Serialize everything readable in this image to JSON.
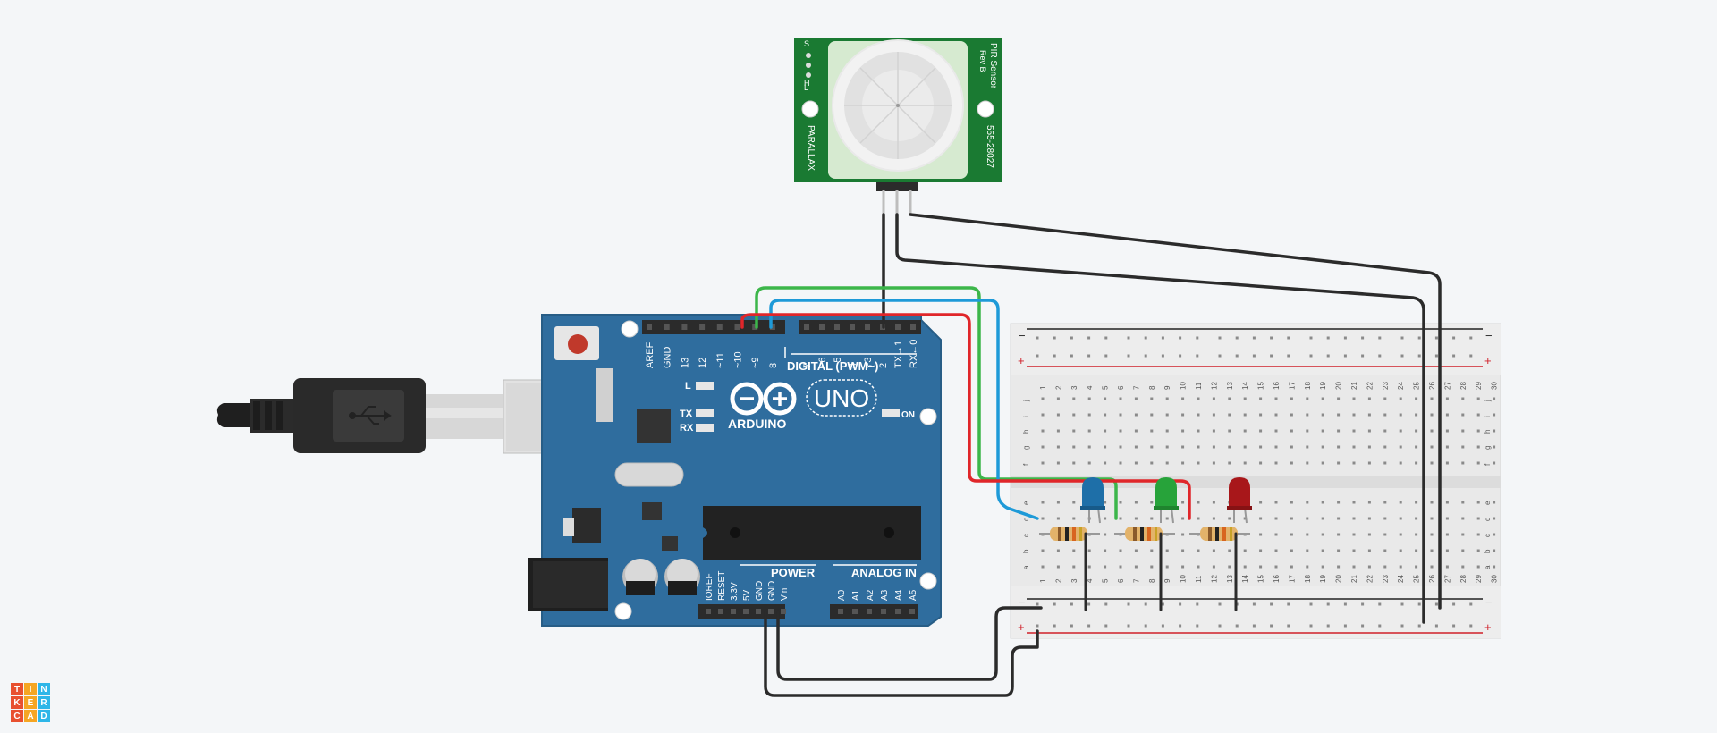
{
  "app": {
    "logo_letters": [
      "T",
      "I",
      "N",
      "K",
      "E",
      "R",
      "C",
      "A",
      "D"
    ],
    "logo_colors": [
      "#e8502f",
      "#f5a623",
      "#2eb6e8",
      "#e8502f",
      "#f5a623",
      "#2eb6e8",
      "#e8502f",
      "#f5a623",
      "#2eb6e8"
    ]
  },
  "pir": {
    "title": "PIR Sensor",
    "rev": "Rev B",
    "brand": "PARALLAX",
    "part": "555-28027",
    "pin_labels": [
      "S",
      "H",
      "L"
    ]
  },
  "arduino": {
    "brand": "ARDUINO",
    "model": "UNO",
    "digital_label": "DIGITAL (PWM~)",
    "power_label": "POWER",
    "analog_label": "ANALOG IN",
    "on_label": "ON",
    "l_label": "L",
    "tx_label": "TX",
    "rx_label": "RX",
    "top_pins_left": [
      "AREF",
      "GND",
      "13",
      "12",
      "~11",
      "~10",
      "~9",
      "8"
    ],
    "top_pins_right": [
      "7",
      "~6",
      "~5",
      "4",
      "~3",
      "2",
      "TX→1",
      "RX←0"
    ],
    "power_pins": [
      "IOREF",
      "RESET",
      "3.3V",
      "5V",
      "GND",
      "GND",
      "Vin"
    ],
    "analog_pins": [
      "A0",
      "A1",
      "A2",
      "A3",
      "A4",
      "A5"
    ]
  },
  "breadboard": {
    "rail_minus": "−",
    "rail_plus": "+",
    "rows_top": [
      "j",
      "i",
      "h",
      "g",
      "f"
    ],
    "rows_bottom": [
      "e",
      "d",
      "c",
      "b",
      "a"
    ],
    "column_numbers": [
      "1",
      "2",
      "3",
      "4",
      "5",
      "6",
      "7",
      "8",
      "9",
      "10",
      "11",
      "12",
      "13",
      "14",
      "15",
      "16",
      "17",
      "18",
      "19",
      "20",
      "21",
      "22",
      "23",
      "24",
      "25",
      "26",
      "27",
      "28",
      "29",
      "30"
    ]
  },
  "colors": {
    "board_blue": "#2f6d9e",
    "pcb_green": "#1a7a32",
    "wire_red": "#e0262a",
    "wire_green": "#3cb64a",
    "wire_blue": "#1e9ad8",
    "wire_black": "#2b2b2b",
    "led_blue": "#1e6fa8",
    "led_green": "#27a33a",
    "led_red": "#a8171a"
  }
}
